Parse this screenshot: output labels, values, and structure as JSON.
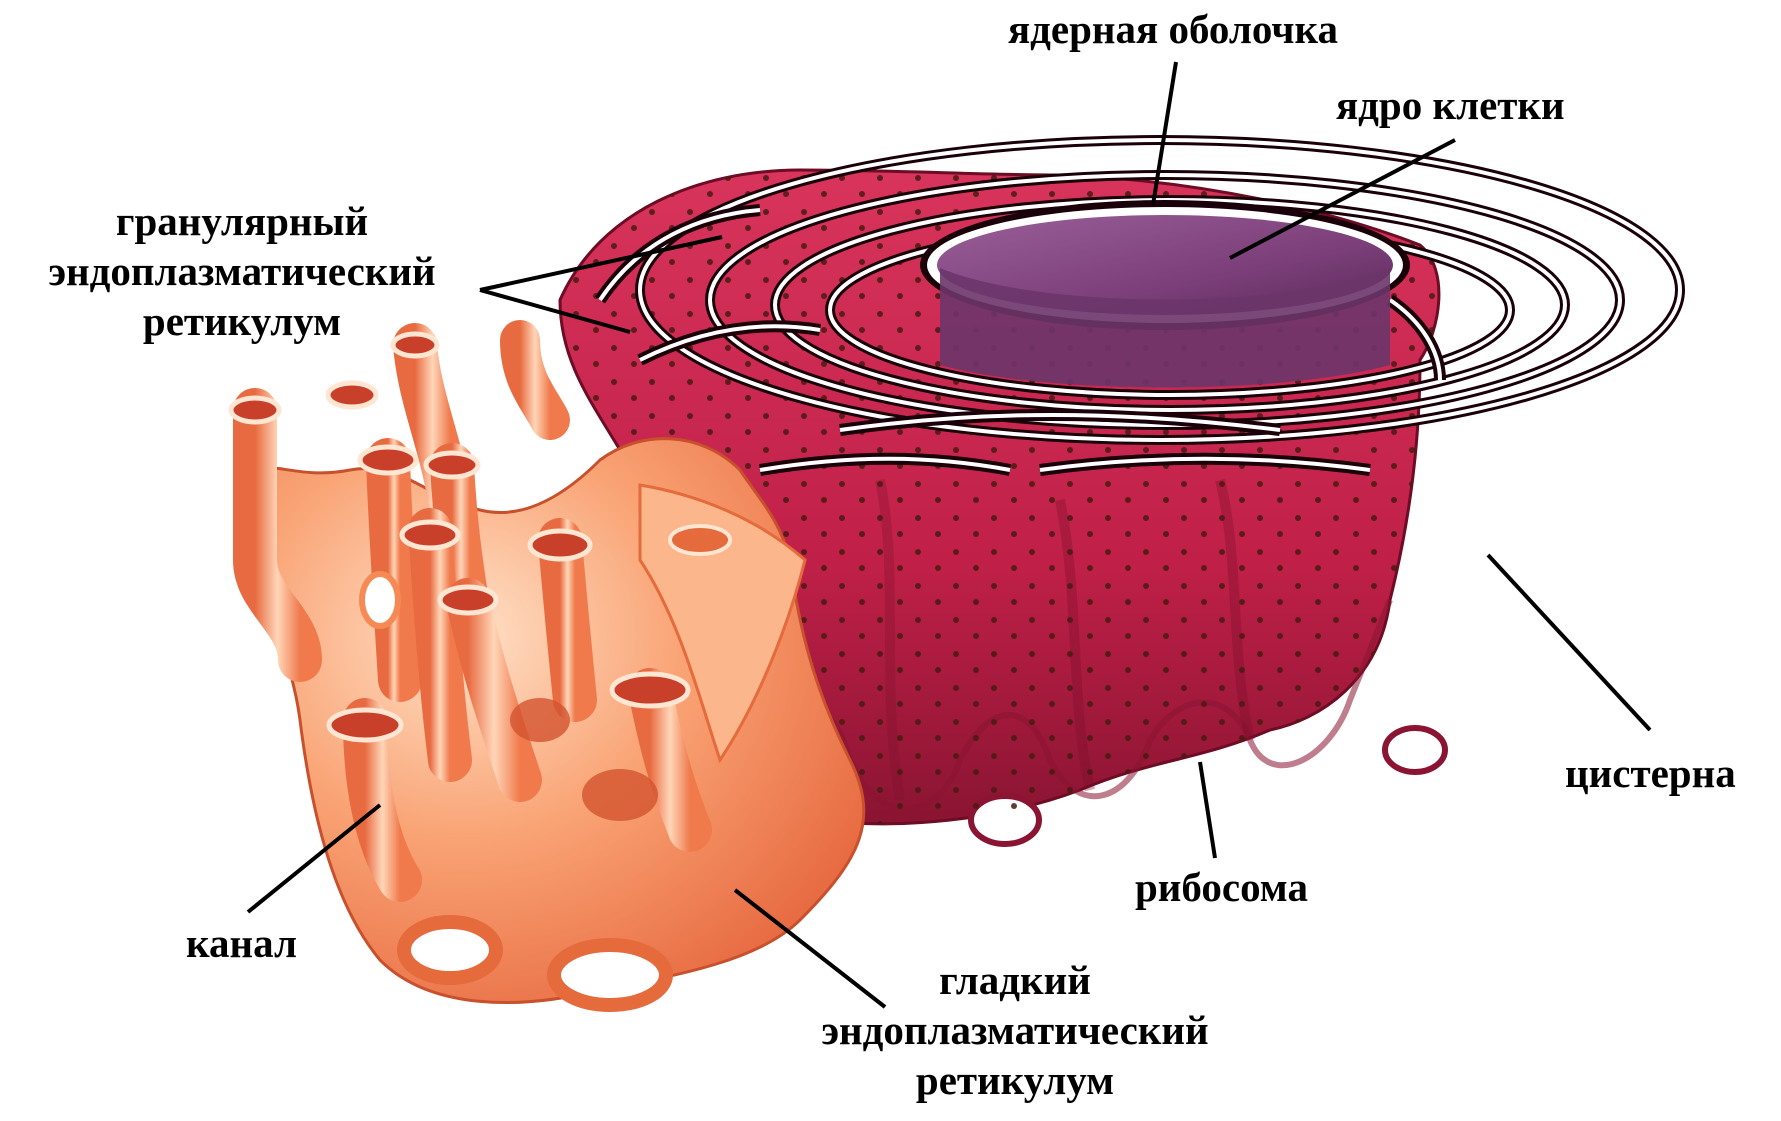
{
  "colors": {
    "rough_er": "#c8234a",
    "rough_er_dark": "#7a0f2a",
    "smooth_er": "#f58a55",
    "smooth_er_light": "#ffd2b0",
    "nucleus": "#8a4d86",
    "ribosome": "#4a1a10",
    "leader_line": "#000000"
  },
  "labels": {
    "nuclear_envelope": "ядерная оболочка",
    "nucleus": "ядро клетки",
    "rough_er": {
      "line1": "гранулярный",
      "line2": "эндоплазматический",
      "line3": "ретикулум"
    },
    "cisterna": "цистерна",
    "ribosome": "рибосома",
    "channel": "канал",
    "smooth_er": {
      "line1": "гладкий",
      "line2": "эндоплазматический",
      "line3": "ретикулум"
    }
  }
}
